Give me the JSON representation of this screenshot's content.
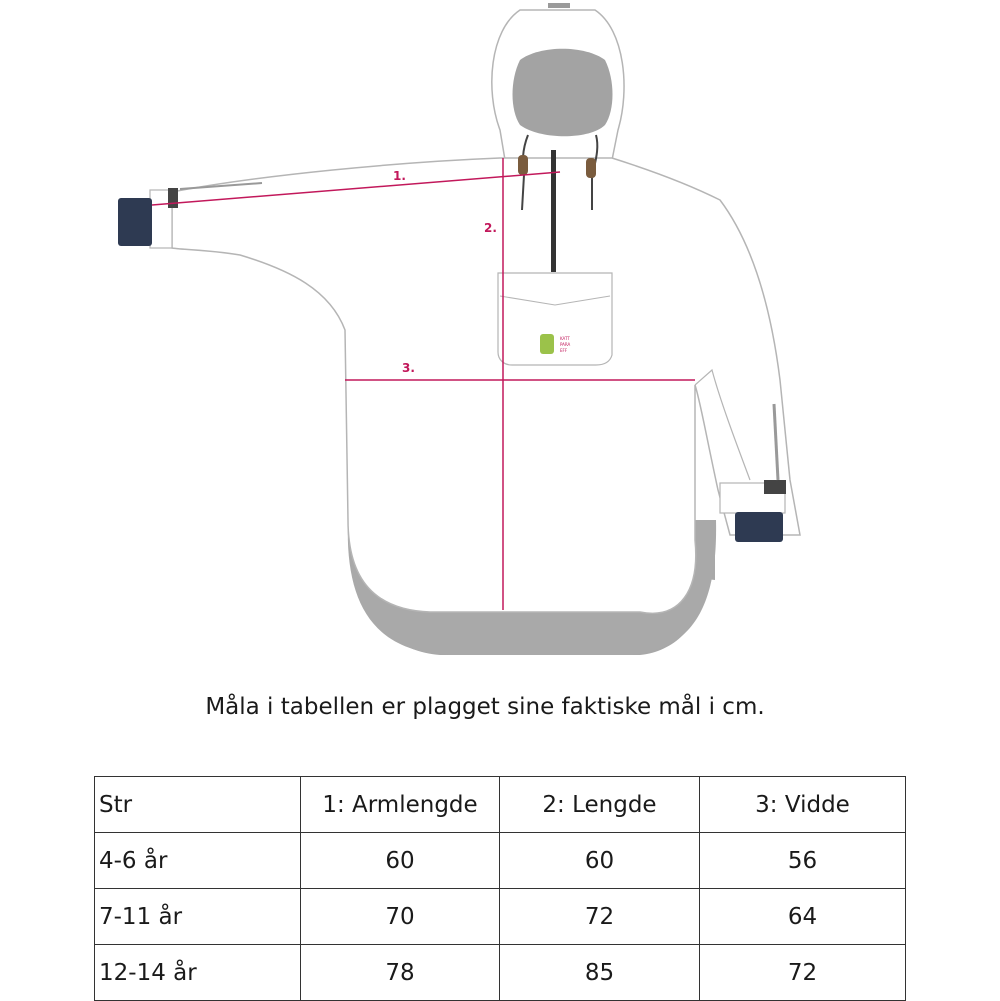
{
  "illustration": {
    "measure_labels": [
      "1.",
      "2.",
      "3."
    ],
    "logo_text": [
      "KATT",
      "PARA",
      "EFF"
    ],
    "colors": {
      "measure_line": "#c2185b",
      "cuff": "#2e3a52",
      "outline": "#b5b5b5",
      "hood_lining": "#a3a3a3",
      "hem": "#a8a8a8"
    }
  },
  "caption": "Måla i tabellen er plagget sine faktiske mål i cm.",
  "table": {
    "headers": [
      "Str",
      "1: Armlengde",
      "2: Lengde",
      "3: Vidde"
    ],
    "rows": [
      [
        "4-6 år",
        "60",
        "60",
        "56"
      ],
      [
        "7-11 år",
        "70",
        "72",
        "64"
      ],
      [
        "12-14 år",
        "78",
        "85",
        "72"
      ]
    ]
  }
}
